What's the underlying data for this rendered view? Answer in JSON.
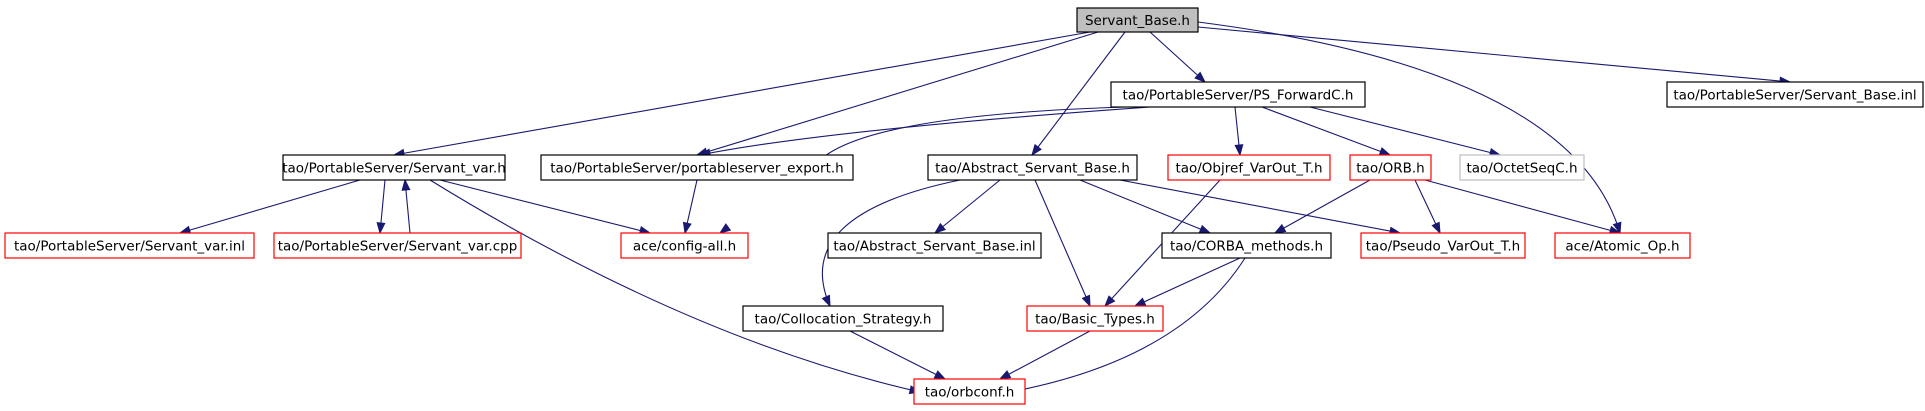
{
  "colors": {
    "edge": "#191970",
    "border_normal": "#000000",
    "border_truncated": "#ff0000",
    "border_external": "#bfbfbf",
    "root_fill": "#bfbfbf",
    "node_fill": "#ffffff"
  },
  "nodes": {
    "root": {
      "label": "Servant_Base.h",
      "kind": "root"
    },
    "psfwd": {
      "label": "tao/PortableServer/PS_ForwardC.h",
      "kind": "normal"
    },
    "sbinl": {
      "label": "tao/PortableServer/Servant_Base.inl",
      "kind": "normal"
    },
    "svar": {
      "label": "tao/PortableServer/Servant_var.h",
      "kind": "normal"
    },
    "psexp": {
      "label": "tao/PortableServer/portableserver_export.h",
      "kind": "normal"
    },
    "asb": {
      "label": "tao/Abstract_Servant_Base.h",
      "kind": "normal"
    },
    "objref": {
      "label": "tao/Objref_VarOut_T.h",
      "kind": "truncated"
    },
    "orb": {
      "label": "tao/ORB.h",
      "kind": "truncated"
    },
    "octet": {
      "label": "tao/OctetSeqC.h",
      "kind": "external"
    },
    "svarinl": {
      "label": "tao/PortableServer/Servant_var.inl",
      "kind": "truncated"
    },
    "svarcpp": {
      "label": "tao/PortableServer/Servant_var.cpp",
      "kind": "truncated"
    },
    "cfgall": {
      "label": "ace/config-all.h",
      "kind": "truncated"
    },
    "asbinl": {
      "label": "tao/Abstract_Servant_Base.inl",
      "kind": "normal"
    },
    "corbam": {
      "label": "tao/CORBA_methods.h",
      "kind": "normal"
    },
    "pseudo": {
      "label": "tao/Pseudo_VarOut_T.h",
      "kind": "truncated"
    },
    "atomic": {
      "label": "ace/Atomic_Op.h",
      "kind": "truncated"
    },
    "colloc": {
      "label": "tao/Collocation_Strategy.h",
      "kind": "normal"
    },
    "basic": {
      "label": "tao/Basic_Types.h",
      "kind": "truncated"
    },
    "orbconf": {
      "label": "tao/orbconf.h",
      "kind": "truncated"
    }
  },
  "edges": [
    [
      "root",
      "psfwd"
    ],
    [
      "root",
      "sbinl"
    ],
    [
      "root",
      "svar"
    ],
    [
      "root",
      "psexp"
    ],
    [
      "root",
      "asb"
    ],
    [
      "root",
      "atomic"
    ],
    [
      "psfwd",
      "psexp"
    ],
    [
      "psfwd",
      "objref"
    ],
    [
      "psfwd",
      "orb"
    ],
    [
      "psfwd",
      "octet"
    ],
    [
      "psfwd",
      "cfgall"
    ],
    [
      "svar",
      "svarinl"
    ],
    [
      "svar",
      "svarcpp"
    ],
    [
      "svar",
      "cfgall"
    ],
    [
      "svar",
      "orbconf"
    ],
    [
      "svarcpp",
      "svar"
    ],
    [
      "psexp",
      "cfgall"
    ],
    [
      "asb",
      "asbinl"
    ],
    [
      "asb",
      "corbam"
    ],
    [
      "asb",
      "pseudo"
    ],
    [
      "asb",
      "colloc"
    ],
    [
      "asb",
      "basic"
    ],
    [
      "objref",
      "basic"
    ],
    [
      "orb",
      "corbam"
    ],
    [
      "orb",
      "pseudo"
    ],
    [
      "orb",
      "atomic"
    ],
    [
      "corbam",
      "basic"
    ],
    [
      "corbam",
      "orbconf"
    ],
    [
      "colloc",
      "orbconf"
    ],
    [
      "basic",
      "orbconf"
    ]
  ]
}
